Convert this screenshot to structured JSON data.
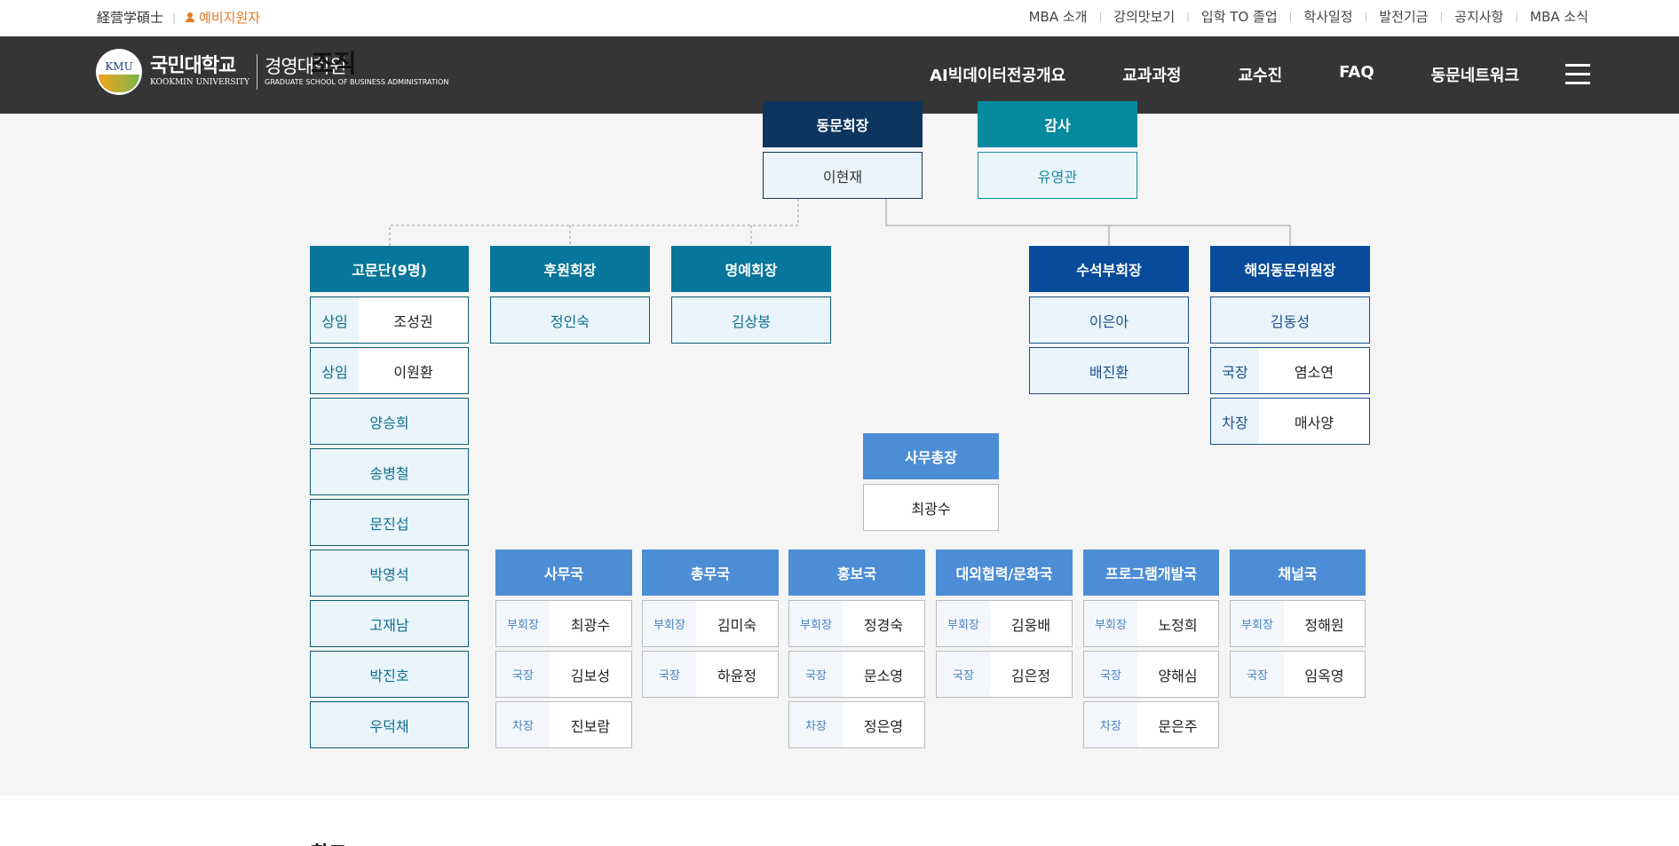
{
  "util": {
    "motto": "経营学碩士",
    "prospect": "예비지원자",
    "links": [
      "MBA 소개",
      "강의맛보기",
      "입학 TO 졸업",
      "학사일정",
      "발전기금",
      "공지사항",
      "MBA 소식"
    ]
  },
  "logo": {
    "emblem": "KMU",
    "univ_ko": "국민대학교",
    "univ_en": "KOOKMIN UNIVERSITY",
    "grad_ko": "경영대학원",
    "grad_en": "GRADUATE SCHOOL OF BUSINESS ADMINISTRATION"
  },
  "menu": [
    "AI빅데이터전공개요",
    "교과과정",
    "교수진",
    "FAQ",
    "동문네트워크"
  ],
  "section_title": "조직",
  "org": {
    "president": {
      "title": "동문회장",
      "name": "이현재"
    },
    "auditor": {
      "title": "감사",
      "name": "유영관"
    },
    "advisors": {
      "title": "고문단(9명)",
      "members": [
        {
          "role": "상임",
          "name": "조성권"
        },
        {
          "role": "상임",
          "name": "이원환"
        },
        {
          "name": "양승희"
        },
        {
          "name": "송병철"
        },
        {
          "name": "문진섭"
        },
        {
          "name": "박영석"
        },
        {
          "name": "고재남"
        },
        {
          "name": "박진호"
        },
        {
          "name": "우덕채"
        }
      ]
    },
    "sponsor": {
      "title": "후원회장",
      "name": "정인숙"
    },
    "honorary": {
      "title": "명예회장",
      "name": "김상봉"
    },
    "senior_vp": {
      "title": "수석부회장",
      "names": [
        "이은아",
        "배진환"
      ]
    },
    "overseas": {
      "title": "해외동문위원장",
      "name": "김동성",
      "members": [
        {
          "role": "국장",
          "name": "염소연"
        },
        {
          "role": "차장",
          "name": "매사양"
        }
      ]
    },
    "secretary_general": {
      "title": "사무총장",
      "name": "최광수"
    },
    "bureaus": [
      {
        "title": "사무국",
        "members": [
          {
            "role": "부회장",
            "name": "최광수"
          },
          {
            "role": "국장",
            "name": "김보성"
          },
          {
            "role": "차장",
            "name": "진보람"
          }
        ]
      },
      {
        "title": "총무국",
        "members": [
          {
            "role": "부회장",
            "name": "김미숙"
          },
          {
            "role": "국장",
            "name": "하윤정"
          }
        ]
      },
      {
        "title": "홍보국",
        "members": [
          {
            "role": "부회장",
            "name": "정경숙"
          },
          {
            "role": "국장",
            "name": "문소영"
          },
          {
            "role": "차장",
            "name": "정은영"
          }
        ]
      },
      {
        "title": "대외협력/문화국",
        "members": [
          {
            "role": "부회장",
            "name": "김웅배"
          },
          {
            "role": "국장",
            "name": "김은정"
          }
        ]
      },
      {
        "title": "프로그램개발국",
        "members": [
          {
            "role": "부회장",
            "name": "노정희"
          },
          {
            "role": "국장",
            "name": "양해심"
          },
          {
            "role": "차장",
            "name": "문은주"
          }
        ]
      },
      {
        "title": "채널국",
        "members": [
          {
            "role": "부회장",
            "name": "정해원"
          },
          {
            "role": "국장",
            "name": "임옥영"
          }
        ]
      }
    ]
  },
  "footer_title": "학교"
}
